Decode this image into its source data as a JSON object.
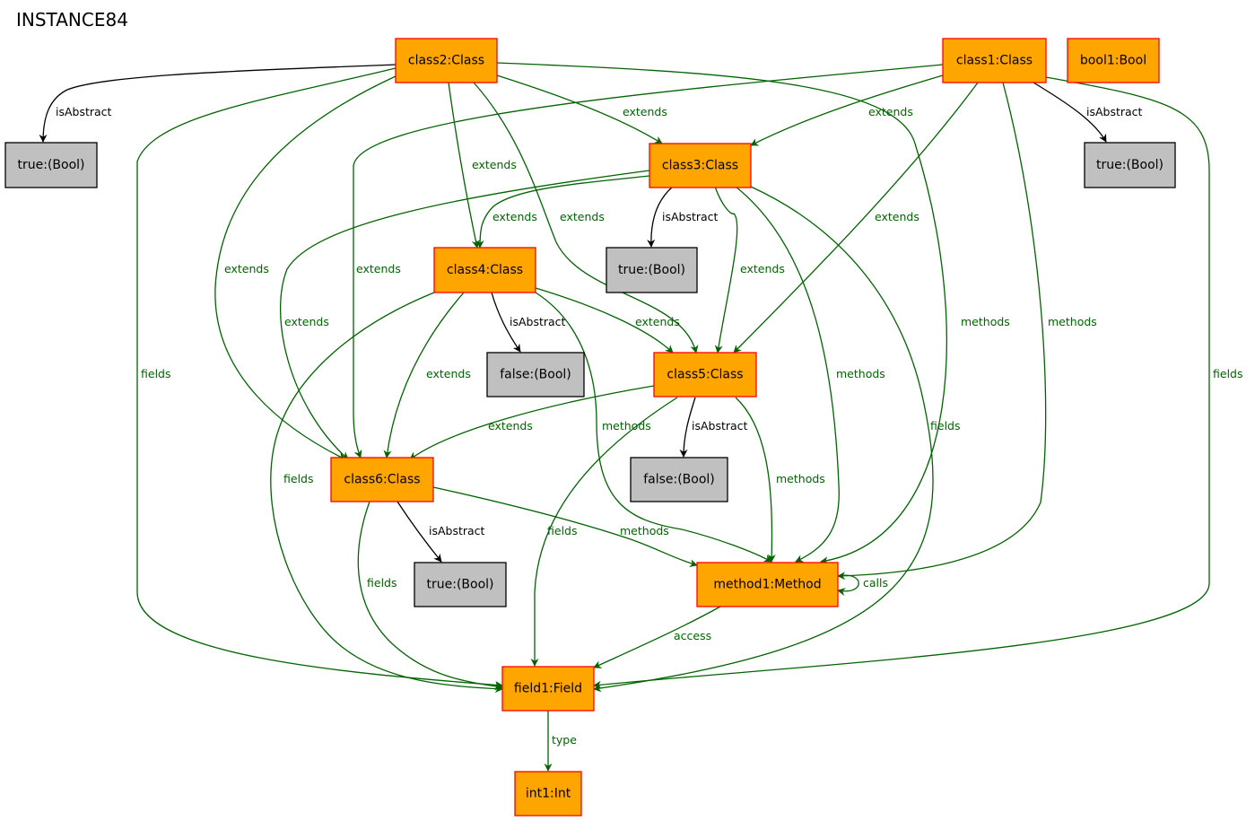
{
  "title": "INSTANCE84",
  "nodes": {
    "class2": "class2:Class",
    "class1": "class1:Class",
    "bool1": "bool1:Bool",
    "true_a": "true:(Bool)",
    "class3": "class3:Class",
    "true_b": "true:(Bool)",
    "class4": "class4:Class",
    "true_c": "true:(Bool)",
    "class5": "class5:Class",
    "false_a": "false:(Bool)",
    "false_b": "false:(Bool)",
    "class6": "class6:Class",
    "true_d": "true:(Bool)",
    "method1": "method1:Method",
    "field1": "field1:Field",
    "int1": "int1:Int"
  },
  "edge_labels": {
    "isAbstract": "isAbstract",
    "extends": "extends",
    "methods": "methods",
    "fields": "fields",
    "calls": "calls",
    "access": "access",
    "type": "type"
  },
  "colors": {
    "object_fill": "#ffa500",
    "object_border": "#ff0000",
    "value_fill": "#c0c0c0",
    "reference_edge": "#006400",
    "attribute_edge": "#000000"
  }
}
